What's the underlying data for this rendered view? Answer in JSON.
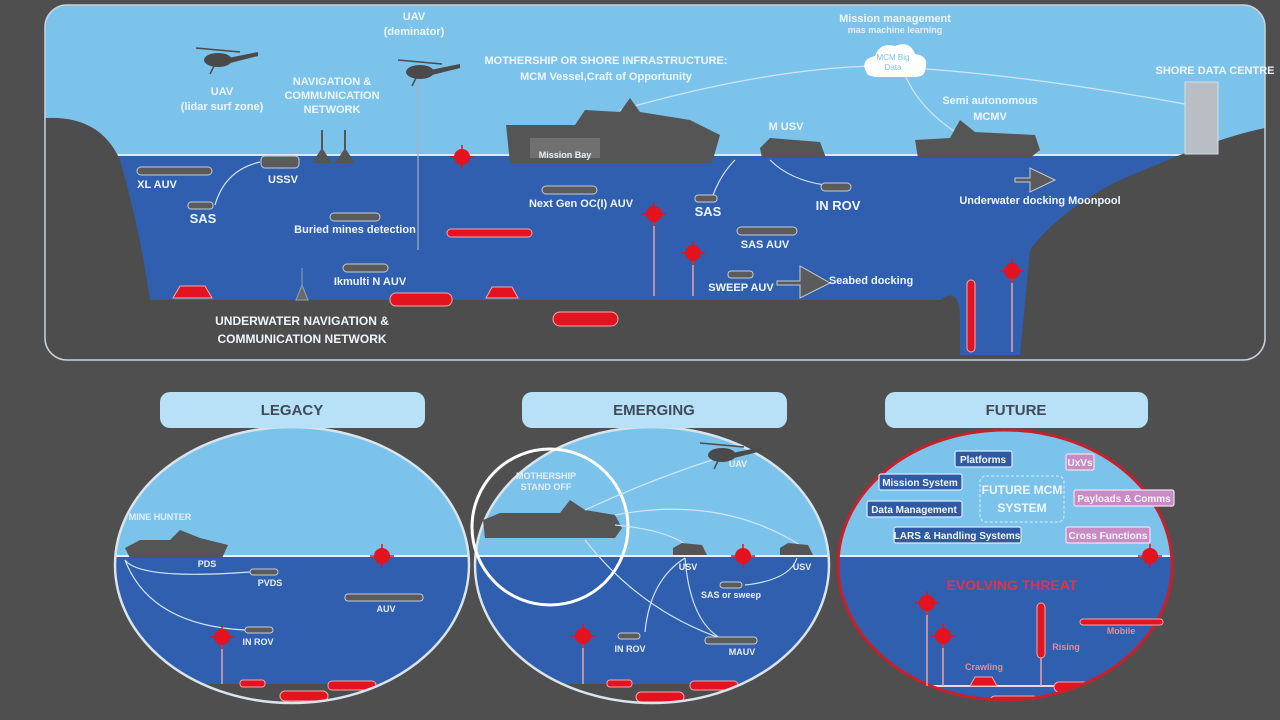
{
  "colors": {
    "background": "#4f4f4f",
    "sky": "#7cc3ec",
    "water": "#2f5fae",
    "seabed": "#4d4d4d",
    "mine": "#e3131f",
    "future_border": "#c8202a"
  },
  "top_panel": {
    "uav_lidar": [
      "UAV",
      "(lidar surf zone)"
    ],
    "uav_deminator": [
      "UAV",
      "(deminator)"
    ],
    "nav_comm_network": [
      "NAVIGATION &",
      "COMMUNICATION",
      "NETWORK"
    ],
    "mothership": [
      "MOTHERSHIP OR SHORE INFRASTRUCTURE:",
      "MCM Vessel,Craft of Opportunity"
    ],
    "mission_bay": "Mission Bay",
    "mission_management": [
      "Mission management",
      "mas machine learning"
    ],
    "big_data": [
      "MCM Big",
      "Data"
    ],
    "shore_data_centre": "SHORE DATA CENTRE",
    "m_usv": "M USV",
    "semi_autonomous": [
      "Semi autonomous",
      "MCMV"
    ],
    "xl_auv": "XL AUV",
    "ussv": "USSV",
    "sas_left": "SAS",
    "buried_mines": "Buried mines detection",
    "next_gen_auv": "Next Gen OC(I) AUV",
    "sas_right": "SAS",
    "in_rov": "IN ROV",
    "sas_auv": "SAS AUV",
    "ikmulti_auv": "Ikmulti N AUV",
    "sweep_auv": "SWEEP AUV",
    "seabed_docking": "Seabed docking",
    "underwater_docking": "Underwater docking Moonpool",
    "underwater_nav": [
      "UNDERWATER NAVIGATION &",
      "COMMUNICATION NETWORK"
    ]
  },
  "legacy": {
    "title": "LEGACY",
    "mine_hunter": "MINE HUNTER",
    "pds": "PDS",
    "pvds": "PVDS",
    "auv": "AUV",
    "in_rov": "IN ROV"
  },
  "emerging": {
    "title": "EMERGING",
    "mothership": [
      "MOTHERSHIP",
      "STAND OFF"
    ],
    "uav": "UAV",
    "usv_left": "USV",
    "usv_right": "USV",
    "sas_sweep": "SAS or sweep",
    "in_rov": "IN ROV",
    "mauv": "MAUV"
  },
  "future": {
    "title": "FUTURE",
    "center": [
      "FUTURE MCM",
      "SYSTEM"
    ],
    "blue_boxes": [
      "Platforms",
      "Mission System",
      "Data Management",
      "LARS & Handling Systems"
    ],
    "pink_boxes": [
      "UxVs",
      "Payloads & Comms",
      "Cross Functions"
    ],
    "evolving_threat": "EVOLVING THREAT",
    "mobile": "Mobile",
    "rising": "Rising",
    "crawling": "Crawling"
  }
}
